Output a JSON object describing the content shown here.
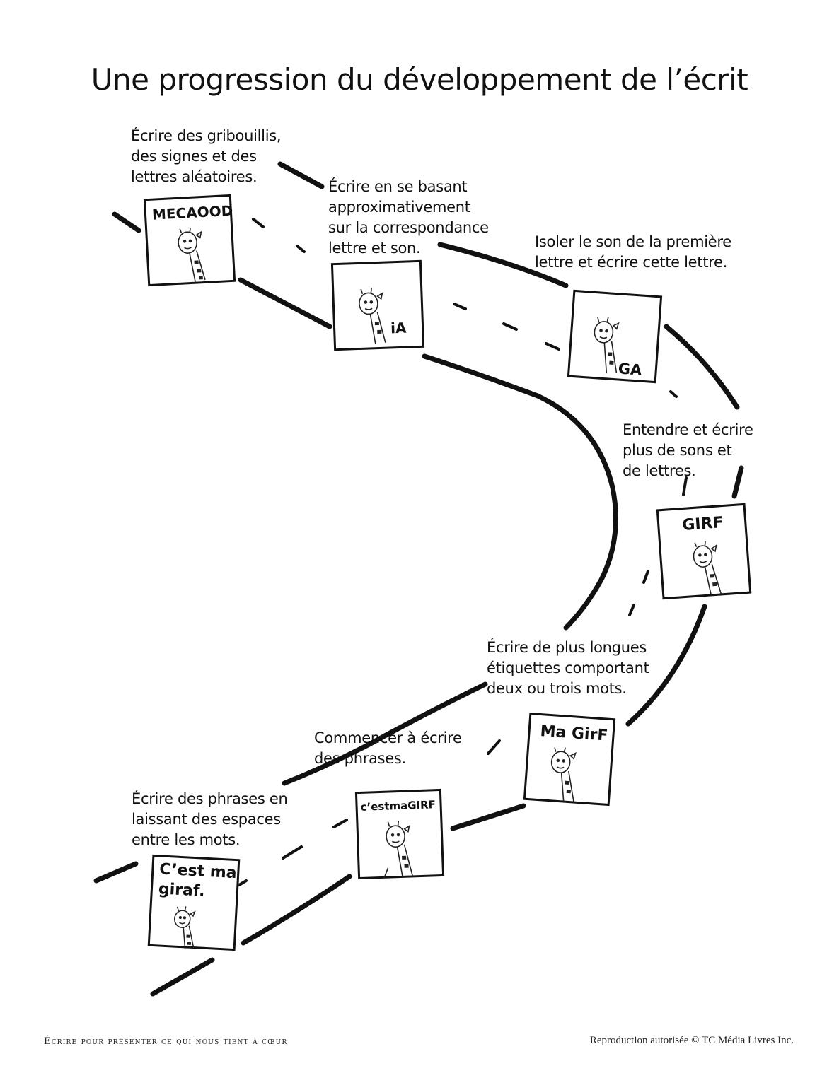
{
  "title": "Une progression du développement de l’écrit",
  "stages": [
    {
      "caption": "Écrire des gribouillis,\ndes signes et des\nlettres aléatoires.",
      "card_text": "MECAOOD"
    },
    {
      "caption": "Écrire en se basant\napproximativement\nsur la correspondance\nlettre et son.",
      "card_text": "iA"
    },
    {
      "caption": "Isoler le son de la première\nlettre et écrire cette lettre.",
      "card_text": "GA"
    },
    {
      "caption": "Entendre et écrire\nplus de sons et\nde lettres.",
      "card_text": "GIRF"
    },
    {
      "caption": "Écrire de plus longues\nétiquettes comportant\ndeux ou trois mots.",
      "card_text": "Ma GirF"
    },
    {
      "caption": "Commencer à écrire\ndes phrases.",
      "card_text": "c’estmaGIRF"
    },
    {
      "caption": "Écrire des phrases en\nlaissant des espaces\nentre les mots.",
      "card_text": "C’est ma\ngiraf."
    }
  ],
  "footer": {
    "left": "Écrire pour présenter ce qui nous tient à cœur",
    "right": "Reproduction autorisée © TC Média Livres Inc."
  }
}
